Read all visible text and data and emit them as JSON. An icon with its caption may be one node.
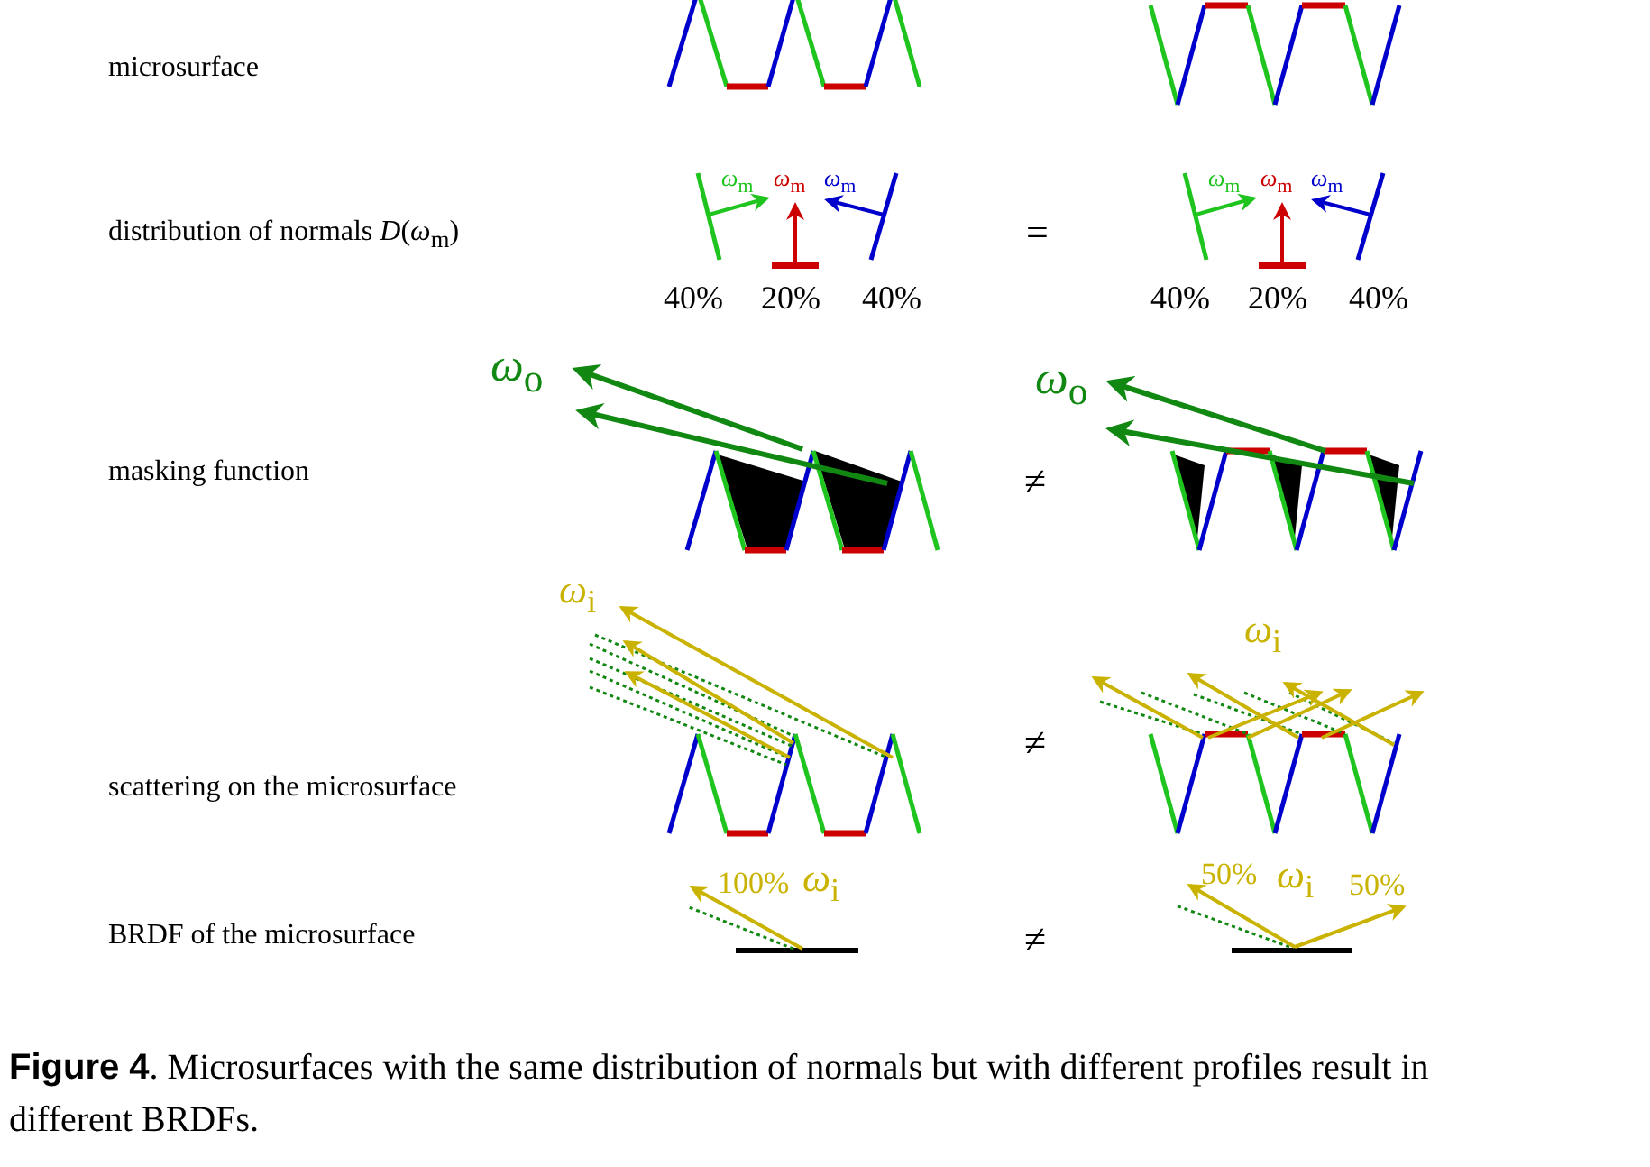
{
  "diagram": {
    "caption": "**Figure 4**.  Microsurfaces with the same distribution of normals but with different profiles result in different BRDFs.",
    "labels": [
      "microsurface",
      "distribution of normals *D*(*ω*$_{m}$)",
      "*ω*$_{m}$",
      "*ω*$_{m}$",
      "*ω*$_{m}$",
      "=",
      "*ω*$_{m}$",
      "*ω*$_{m}$",
      "*ω*$_{m}$",
      "40%",
      "20%",
      "40%",
      "40%",
      "20%",
      "40%",
      "*ω*$_{o}$",
      "*ω*$_{o}$",
      "masking function",
      "≠",
      "*ω*$_{i}$",
      "*ω*$_{i}$",
      "≠",
      "scattering on the microsurface",
      "100%",
      "*ω*$_{i}$",
      "50%",
      "*ω*$_{i}$",
      "50%",
      "BRDF of the microsurface",
      "≠"
    ]
  }
}
